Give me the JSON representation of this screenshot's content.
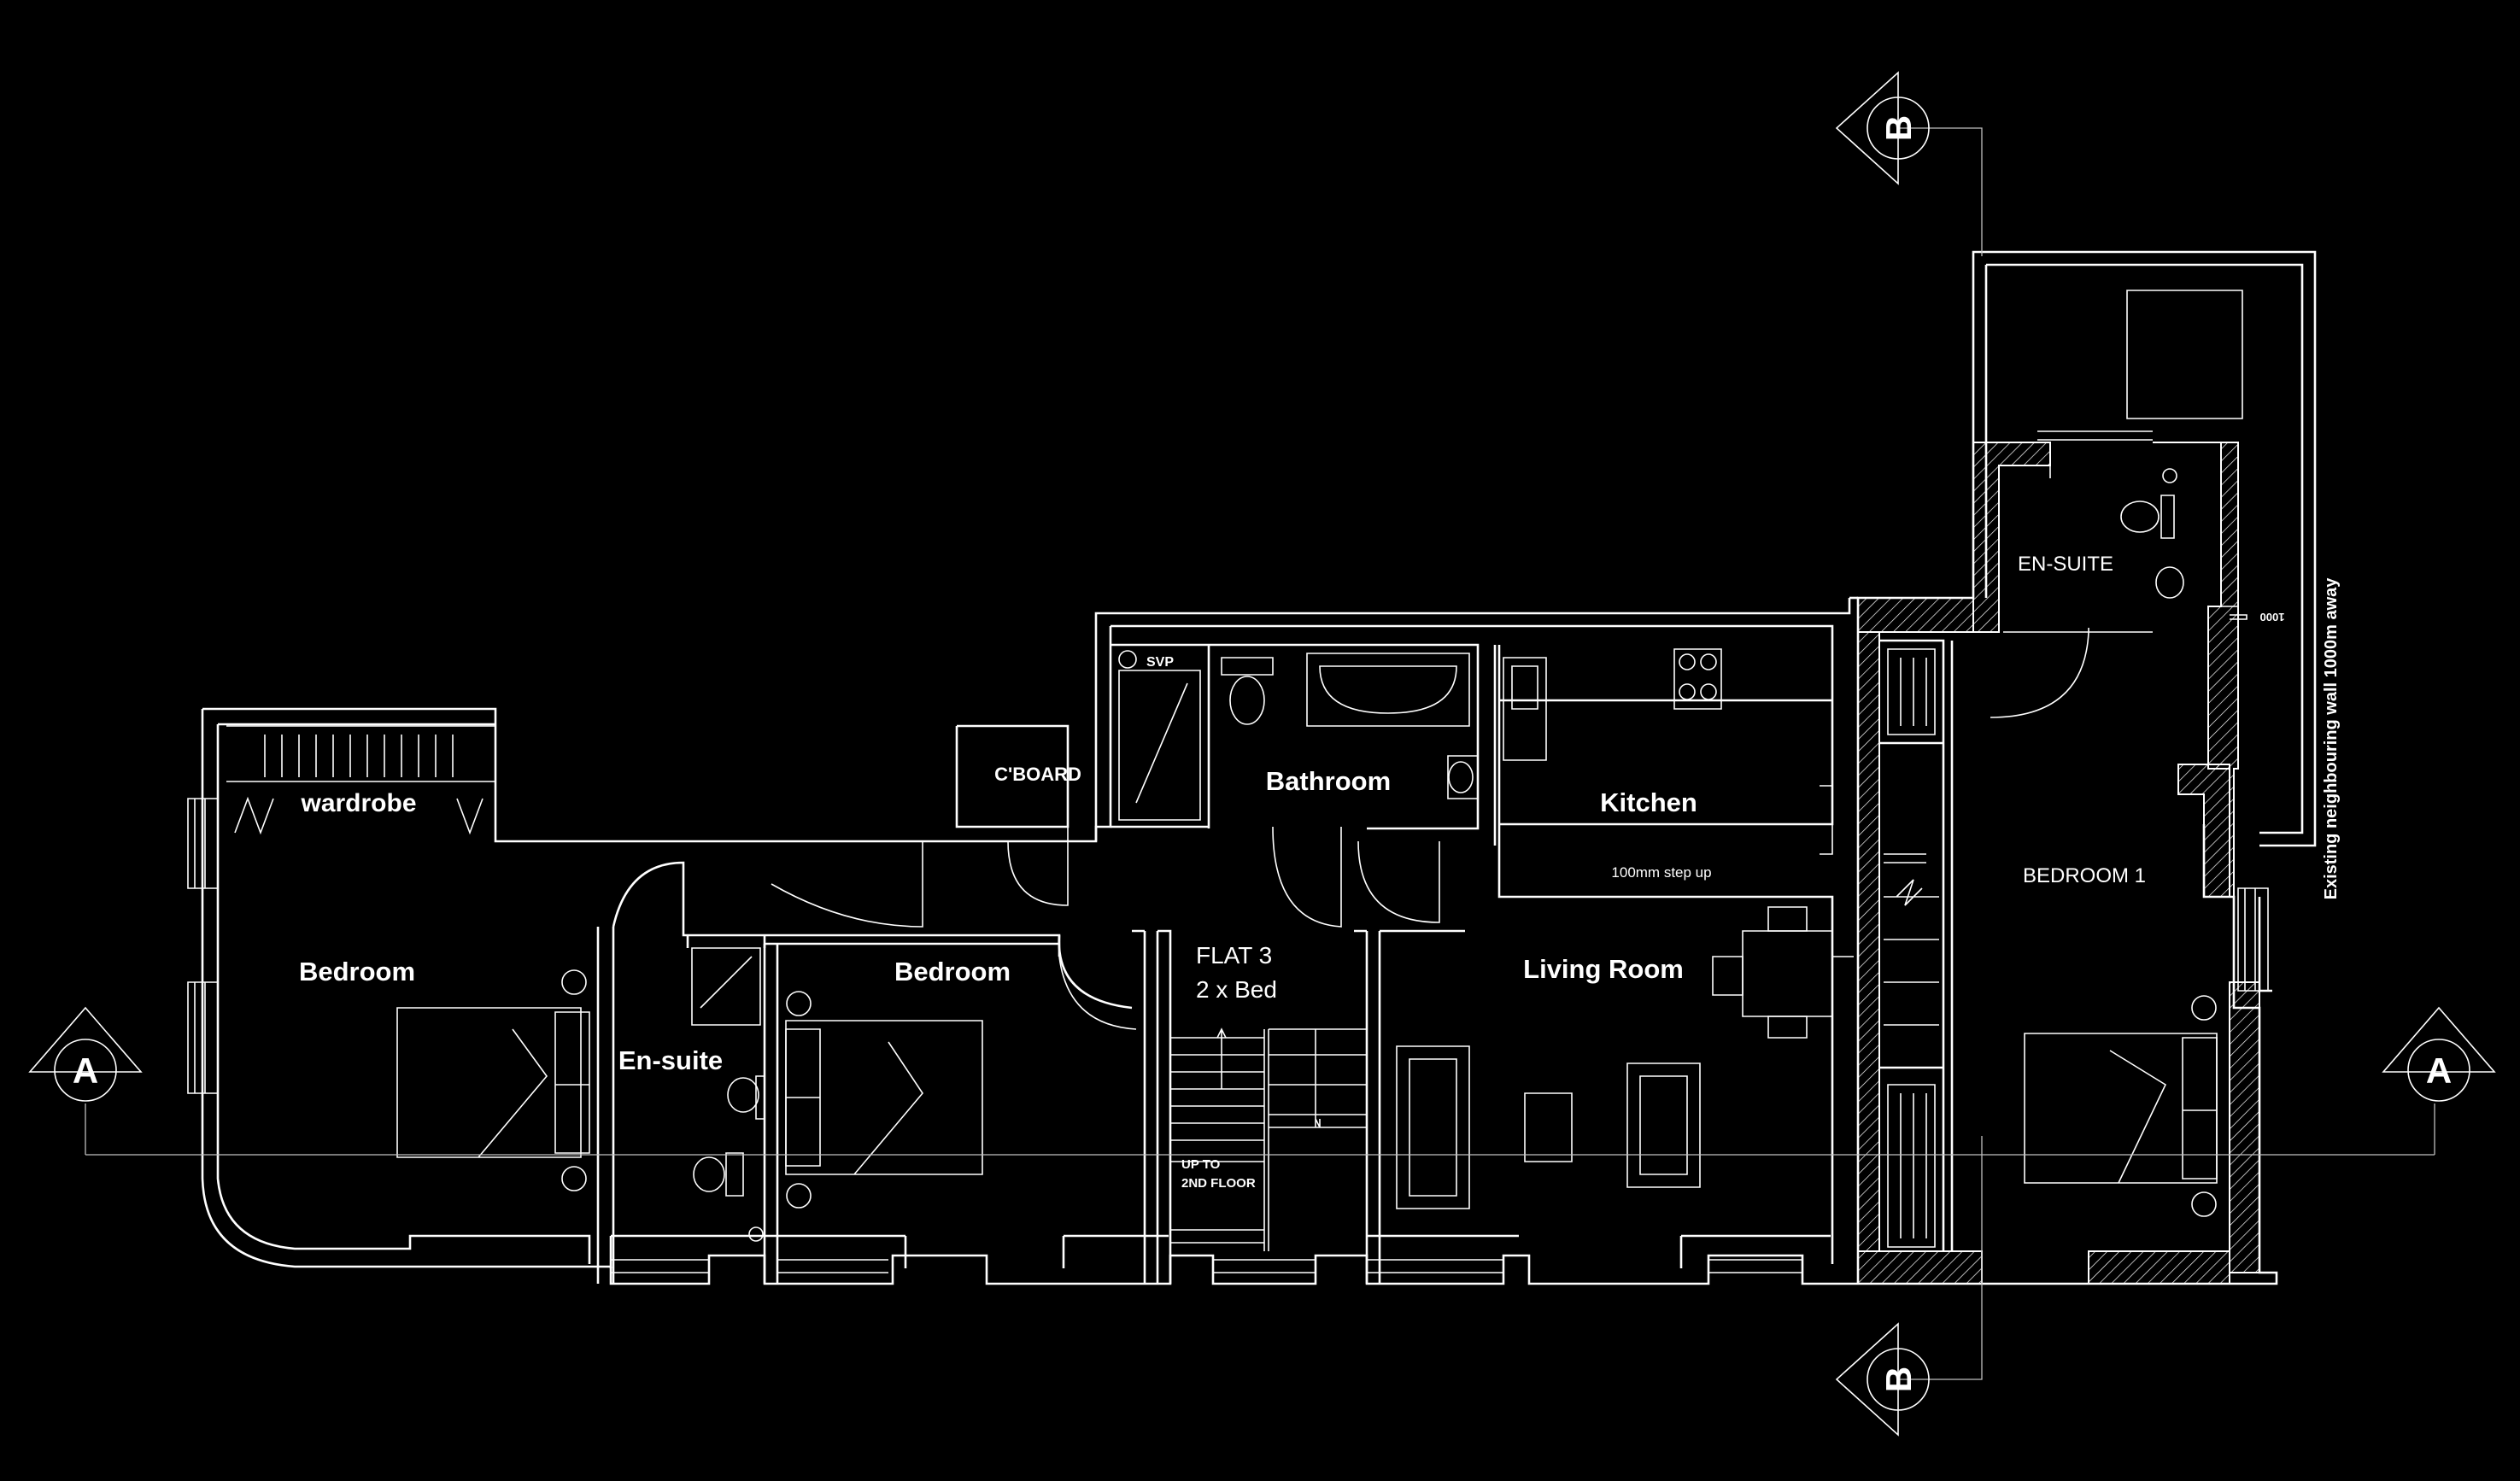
{
  "plan_title": "FLAT 3",
  "plan_subtitle": "2 x Bed",
  "rooms": {
    "bedroom_left": "Bedroom",
    "wardrobe": "wardrobe",
    "en_suite": "En-suite",
    "bedroom_middle": "Bedroom",
    "cupboard": "C'BOARD",
    "bathroom": "Bathroom",
    "svp": "SVP",
    "kitchen": "Kitchen",
    "step_note": "100mm step up",
    "living_room": "Living Room",
    "stair_note_1": "UP TO",
    "stair_note_2": "2ND FLOOR",
    "en_suite_upper": "EN-SUITE",
    "bedroom_1": "BEDROOM 1"
  },
  "annotations": {
    "neighbouring_wall": "Existing neighbouring wall 1000m away",
    "dimension": "1000"
  },
  "section_markers": {
    "a_left": "A",
    "a_right": "A",
    "b_top": "B",
    "b_bottom": "B"
  }
}
